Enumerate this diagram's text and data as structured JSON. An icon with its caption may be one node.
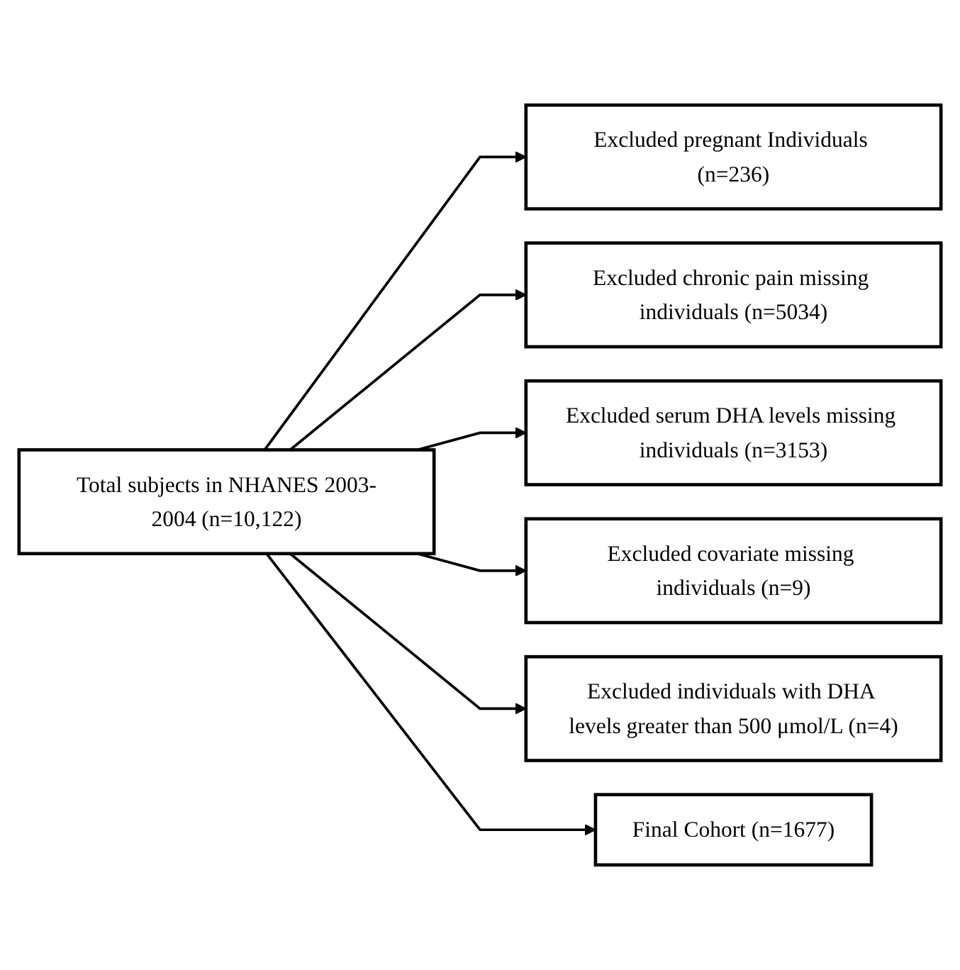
{
  "diagram": {
    "nodes": [
      {
        "text": [
          "Total subjects in NHANES 2003-2004 (n=10,122)"
        ]
      },
      {
        "text": [
          "Excluded pregnant Individuals (n=236)"
        ]
      },
      {
        "text": [
          "Excluded chronic pain missing individuals (n=5034)"
        ]
      },
      {
        "text": [
          "Excluded serum DHA levels missing individuals (n=3153)"
        ]
      },
      {
        "text": [
          "Excluded covariate missing individuals (n=9)"
        ]
      },
      {
        "text": [
          "Excluded individuals with DHA levels greater than 500 μmol/L (n=4)"
        ]
      },
      {
        "text": [
          "Final Cohort (n=1677)"
        ]
      }
    ],
    "edges": [
      {
        "from": 0,
        "to": 1,
        "arrow": "to"
      },
      {
        "from": 0,
        "to": 2,
        "arrow": "to"
      },
      {
        "from": 0,
        "to": 3,
        "arrow": "to"
      },
      {
        "from": 0,
        "to": 4,
        "arrow": "to"
      },
      {
        "from": 0,
        "to": 5,
        "arrow": "to"
      },
      {
        "from": 0,
        "to": 6,
        "arrow": "to"
      }
    ]
  }
}
